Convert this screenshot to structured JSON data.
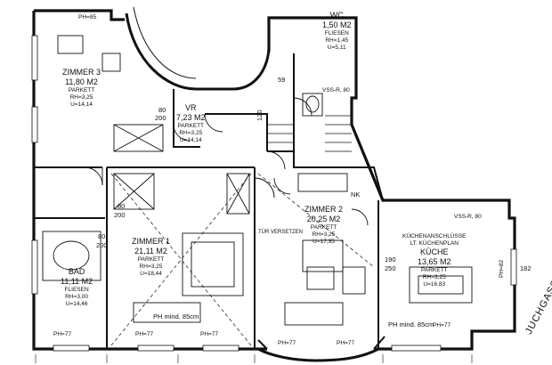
{
  "rooms": {
    "zimmer3": {
      "name": "ZIMMER 3",
      "area": "11,80 M2",
      "floor": "PARKETT",
      "rh": "RH=3,25",
      "u": "U=14,14"
    },
    "vr": {
      "name": "VR",
      "area": "7,23 M2",
      "floor": "PARKETT",
      "rh": "RH=3,25",
      "u": "U=14,14"
    },
    "wc": {
      "name": "WC",
      "area": "1,50 M2",
      "floor": "FLIESEN",
      "rh": "RH=1,45",
      "u": "U=5,11"
    },
    "zimmer1": {
      "name": "ZIMMER 1",
      "area": "21,11 M2",
      "floor": "PARKETT",
      "rh": "RH=3,25",
      "u": "U=18,44"
    },
    "bad": {
      "name": "BAD",
      "area": "11,11 M2",
      "floor": "FLIESEN",
      "rh": "RH=3,00",
      "u": "U=14,46"
    },
    "zimmer2": {
      "name": "ZIMMER 2",
      "area": "20,25 M2",
      "floor": "PARKETT",
      "rh": "RH=3,25",
      "u": "U=17,35"
    },
    "kueche": {
      "name": "KÜCHE",
      "area": "13,65 M2",
      "floor": "PARKETT",
      "rh": "RH=3,25",
      "u": "U=16,83",
      "note1": "KÜCHENANSCHLÜSSE",
      "note2": "LT. KÜCHENPLAN"
    }
  },
  "annotations": {
    "ph85": "PH=85",
    "ph77": "PH=77",
    "ph_min_85": "PH mind. 85cm",
    "tuer_versetzen": "TÜR VERSETZEN",
    "nk": "NK",
    "vss": "VSS-R, 80",
    "ph82": "PH=82"
  },
  "dimensions": {
    "d80": "80",
    "d200": "200",
    "d120": "120",
    "d190": "190",
    "d250": "250",
    "d182": "182",
    "d59": "59"
  },
  "street": "JUCHGASSE"
}
